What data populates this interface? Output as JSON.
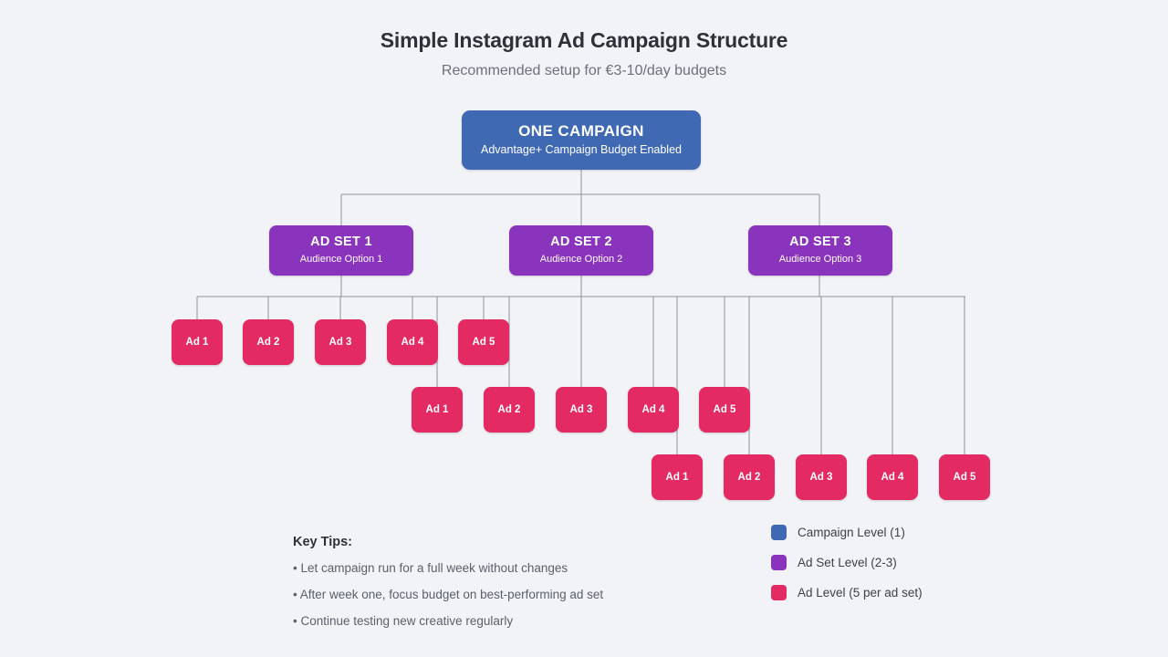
{
  "header": {
    "title": "Simple Instagram Ad Campaign Structure",
    "subtitle": "Recommended setup for €3-10/day budgets"
  },
  "colors": {
    "background": "#f2f3f7",
    "campaign": "#4069b4",
    "adset": "#8a34be",
    "ad": "#e32a63",
    "connector": "#8e949c",
    "title_text": "#2e3138",
    "subtitle_text": "#6b707b"
  },
  "chart_data": {
    "type": "diagram",
    "title": "Simple Instagram Ad Campaign Structure",
    "levels": [
      "Campaign Level (1)",
      "Ad Set Level (2-3)",
      "Ad Level (5 per ad set)"
    ]
  },
  "campaign": {
    "title": "ONE CAMPAIGN",
    "subtitle": "Advantage+ Campaign Budget Enabled"
  },
  "adsets": [
    {
      "title": "AD SET 1",
      "subtitle": "Audience Option 1",
      "ads": [
        {
          "label": "Ad 1"
        },
        {
          "label": "Ad 2"
        },
        {
          "label": "Ad 3"
        },
        {
          "label": "Ad 4"
        },
        {
          "label": "Ad 5"
        }
      ]
    },
    {
      "title": "AD SET 2",
      "subtitle": "Audience Option 2",
      "ads": [
        {
          "label": "Ad 1"
        },
        {
          "label": "Ad 2"
        },
        {
          "label": "Ad 3"
        },
        {
          "label": "Ad 4"
        },
        {
          "label": "Ad 5"
        }
      ]
    },
    {
      "title": "AD SET 3",
      "subtitle": "Audience Option 3",
      "ads": [
        {
          "label": "Ad 1"
        },
        {
          "label": "Ad 2"
        },
        {
          "label": "Ad 3"
        },
        {
          "label": "Ad 4"
        },
        {
          "label": "Ad 5"
        }
      ]
    }
  ],
  "tips": {
    "heading": "Key Tips:",
    "items": [
      "• Let campaign run for a full week without changes",
      "• After week one, focus budget on best-performing ad set",
      "• Continue testing new creative regularly"
    ]
  },
  "legend": {
    "items": [
      {
        "label": "Campaign Level (1)",
        "color": "#4069b4"
      },
      {
        "label": "Ad Set Level (2-3)",
        "color": "#8a34be"
      },
      {
        "label": "Ad Level (5 per ad set)",
        "color": "#e32a63"
      }
    ]
  }
}
